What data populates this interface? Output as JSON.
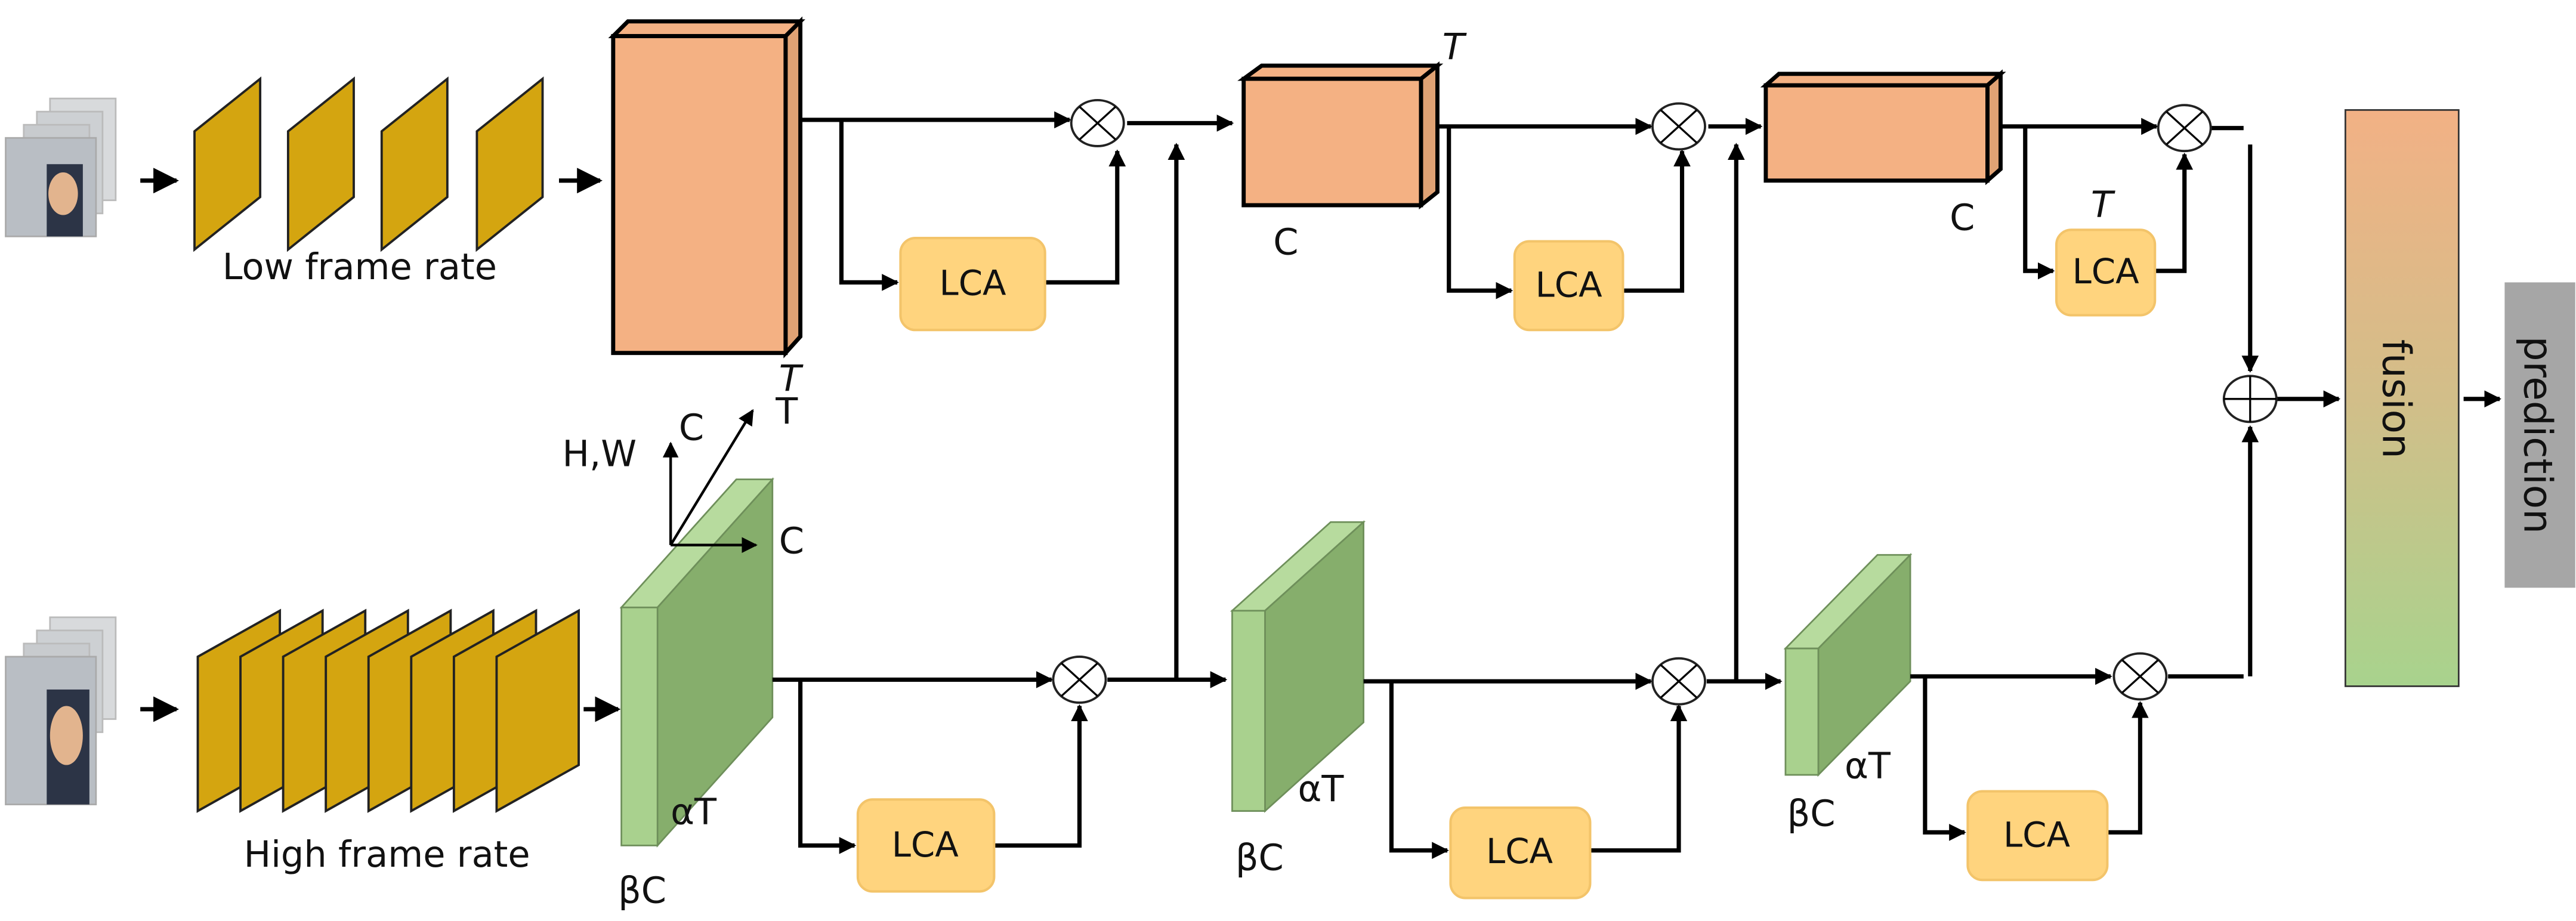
{
  "colors": {
    "frame_feature": "#D4A510",
    "slow_cuboid": "#F4B183",
    "fast_cuboid": "#A9D18E",
    "lca": "#FFD47E",
    "fusion_top": "#F2B185",
    "fusion_bottom": "#A8D38D",
    "prediction": "#A6A6A6"
  },
  "slow_path": {
    "label": "Low frame rate",
    "dims": [
      {
        "c": "C",
        "t": "T"
      },
      {
        "c": "C",
        "t": "T"
      },
      {
        "c": "C",
        "t": "T"
      }
    ],
    "lca_label": "LCA"
  },
  "fast_path": {
    "label": "High frame rate",
    "dims": [
      {
        "c": "βC",
        "t": "αT"
      },
      {
        "c": "βC",
        "t": "αT"
      },
      {
        "c": "βC",
        "t": "αT"
      }
    ],
    "lca_label": "LCA"
  },
  "axes": {
    "vertical": "H,W",
    "diagonal": "T",
    "horizontal": "C"
  },
  "fusion_label": "fusion",
  "prediction_label": "prediction"
}
